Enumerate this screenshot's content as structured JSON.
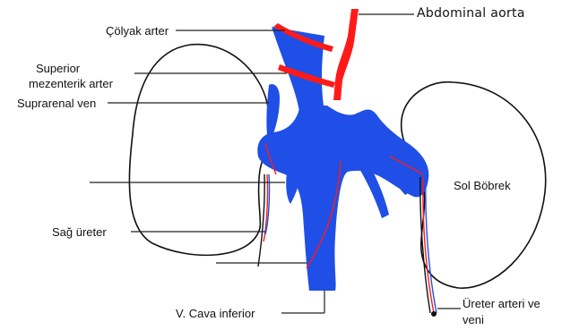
{
  "colors": {
    "vein": "#1f4fe6",
    "artery": "#ff1a1a",
    "outline": "#111111",
    "leader": "#222222"
  },
  "labels": {
    "abdominal_aorta": "Abdominal aorta",
    "celiac_artery": "Çölyak arter",
    "superior_mesenteric_line1": "Superior",
    "superior_mesenteric_line2": "mezenterik arter",
    "suprarenal_vein": "Suprarenal ven",
    "left_kidney": "Sol Böbrek",
    "right_ureter": "Sağ üreter",
    "vena_cava_inferior": "V. Cava inferior",
    "ureter_vessels_line1": "Üreter arteri ve",
    "ureter_vessels_line2": "veni"
  },
  "icons": {
    "structures": [
      "right-kidney-icon",
      "left-kidney-icon",
      "inferior-vena-cava-icon",
      "abdominal-aorta-icon",
      "renal-vein-icon",
      "ureter-icon"
    ]
  }
}
